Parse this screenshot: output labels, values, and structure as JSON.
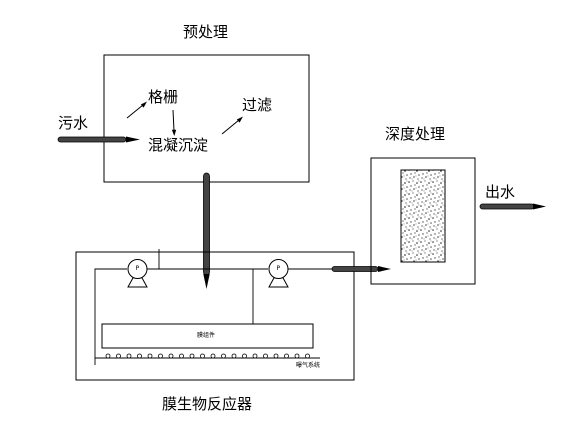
{
  "labels": {
    "pretreatment": "预处理",
    "sewage": "污水",
    "grille": "格栅",
    "filter": "过滤",
    "coagulation": "混凝沉淀",
    "advanced": "深度处理",
    "outflow": "出水",
    "membrane_module": "膜组件",
    "aeration": "曝气系统",
    "mbr": "膜生物反应器",
    "pump": "P"
  },
  "colors": {
    "line": "#000000",
    "pipe_fill": "#444444",
    "media_fill": "#b5b5b5"
  },
  "icons": [
    "pump-icon",
    "arrow-icon",
    "pipe-arrow-icon"
  ]
}
